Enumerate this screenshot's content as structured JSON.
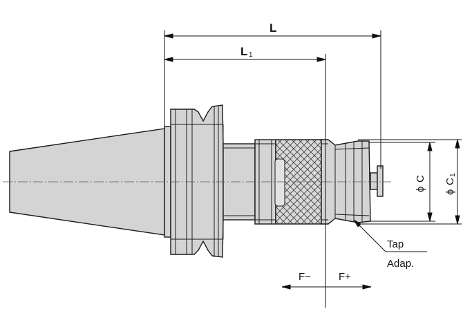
{
  "labels": {
    "overall_length": "L",
    "gauge_length_main": "L",
    "gauge_length_sub": "1",
    "diameter_c_symbol": "ϕ",
    "diameter_c_letter": "C",
    "diameter_c1_symbol": "ϕ",
    "diameter_c1_letter": "C",
    "diameter_c1_sub": "1",
    "tap": "Tap",
    "adapter": "Adap.",
    "float_minus": "F−",
    "float_plus": "F+"
  },
  "colors": {
    "body_fill": "#d4d4d4",
    "body_light": "#e6e6e6",
    "outline": "#1a1a1a",
    "dimension": "#111111",
    "centerline": "#555555",
    "knurl": "#444444"
  }
}
